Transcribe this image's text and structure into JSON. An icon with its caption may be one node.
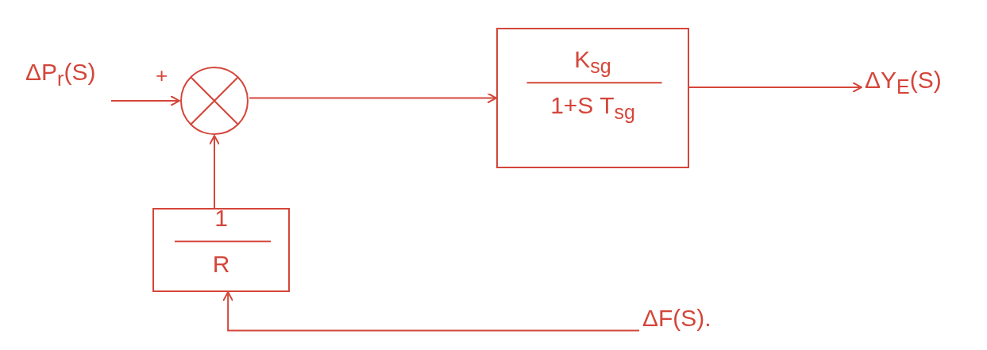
{
  "diagram": {
    "nodes": [
      {
        "text": [
          "ΔP$_{r}$(S)"
        ]
      },
      {
        "text": [],
        "shape": "circle"
      },
      {
        "text": [
          "K$_{sg}$",
          "1+S T$_{sg}$"
        ]
      },
      {
        "text": [
          "ΔY$_{E}$(S)"
        ]
      },
      {
        "text": [
          "1",
          "R"
        ]
      },
      {
        "text": [
          "ΔF(S)."
        ]
      }
    ],
    "edges": [
      {
        "from": 0,
        "to": 1,
        "arrow": "to"
      },
      {
        "from": 1,
        "to": 2,
        "arrow": "to"
      },
      {
        "from": 2,
        "to": 3,
        "arrow": "to"
      },
      {
        "from": 5,
        "to": 4,
        "arrow": "to"
      },
      {
        "from": 4,
        "to": 1,
        "arrow": "to"
      }
    ],
    "labels": [
      "+"
    ]
  }
}
